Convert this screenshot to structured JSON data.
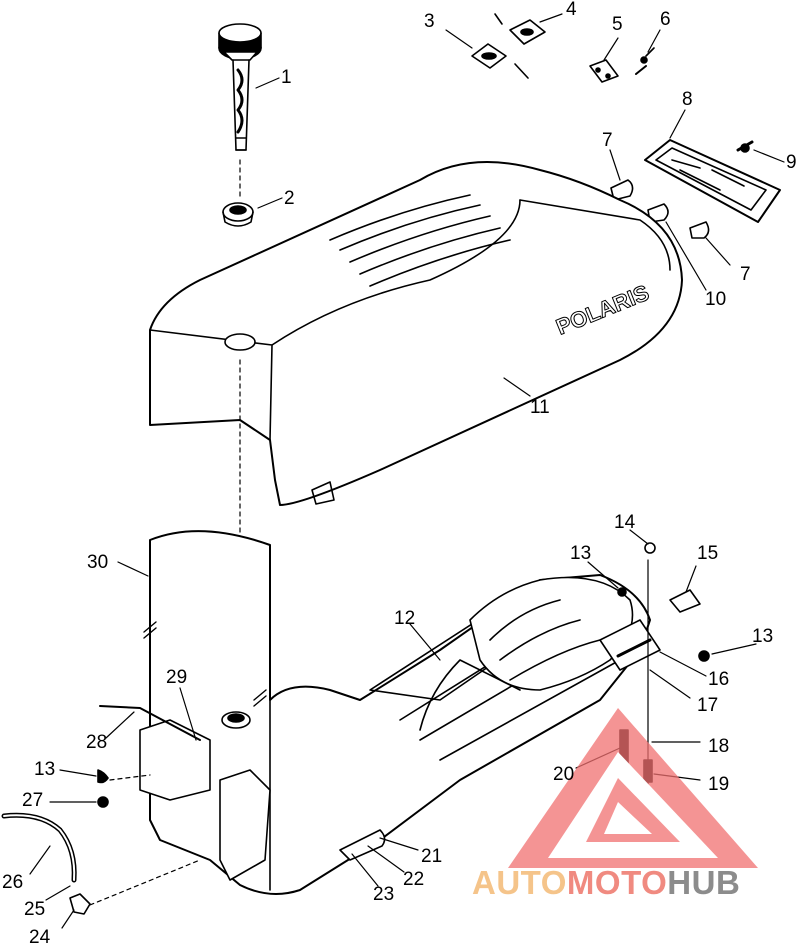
{
  "diagram": {
    "logo_text": "POLARIS",
    "callouts": [
      {
        "id": "c1",
        "label": "1"
      },
      {
        "id": "c2",
        "label": "2"
      },
      {
        "id": "c3",
        "label": "3"
      },
      {
        "id": "c4",
        "label": "4"
      },
      {
        "id": "c5",
        "label": "5"
      },
      {
        "id": "c6",
        "label": "6"
      },
      {
        "id": "c7a",
        "label": "7"
      },
      {
        "id": "c7b",
        "label": "7"
      },
      {
        "id": "c8",
        "label": "8"
      },
      {
        "id": "c9",
        "label": "9"
      },
      {
        "id": "c10",
        "label": "10"
      },
      {
        "id": "c11",
        "label": "11"
      },
      {
        "id": "c12",
        "label": "12"
      },
      {
        "id": "c13a",
        "label": "13"
      },
      {
        "id": "c13b",
        "label": "13"
      },
      {
        "id": "c13c",
        "label": "13"
      },
      {
        "id": "c14",
        "label": "14"
      },
      {
        "id": "c15",
        "label": "15"
      },
      {
        "id": "c16",
        "label": "16"
      },
      {
        "id": "c17",
        "label": "17"
      },
      {
        "id": "c18",
        "label": "18"
      },
      {
        "id": "c19",
        "label": "19"
      },
      {
        "id": "c20",
        "label": "20"
      },
      {
        "id": "c21",
        "label": "21"
      },
      {
        "id": "c22",
        "label": "22"
      },
      {
        "id": "c23",
        "label": "23"
      },
      {
        "id": "c24",
        "label": "24"
      },
      {
        "id": "c25",
        "label": "25"
      },
      {
        "id": "c26",
        "label": "26"
      },
      {
        "id": "c27",
        "label": "27"
      },
      {
        "id": "c28",
        "label": "28"
      },
      {
        "id": "c29",
        "label": "29"
      },
      {
        "id": "c30",
        "label": "30"
      }
    ]
  },
  "watermark": {
    "part1": "AUTO",
    "part2": "MOTO",
    "part3": "HUB",
    "colors": {
      "auto": "#f5c48a",
      "moto": "#f08a80",
      "hub": "#8c8c8c",
      "triangle": "#f07070"
    }
  }
}
